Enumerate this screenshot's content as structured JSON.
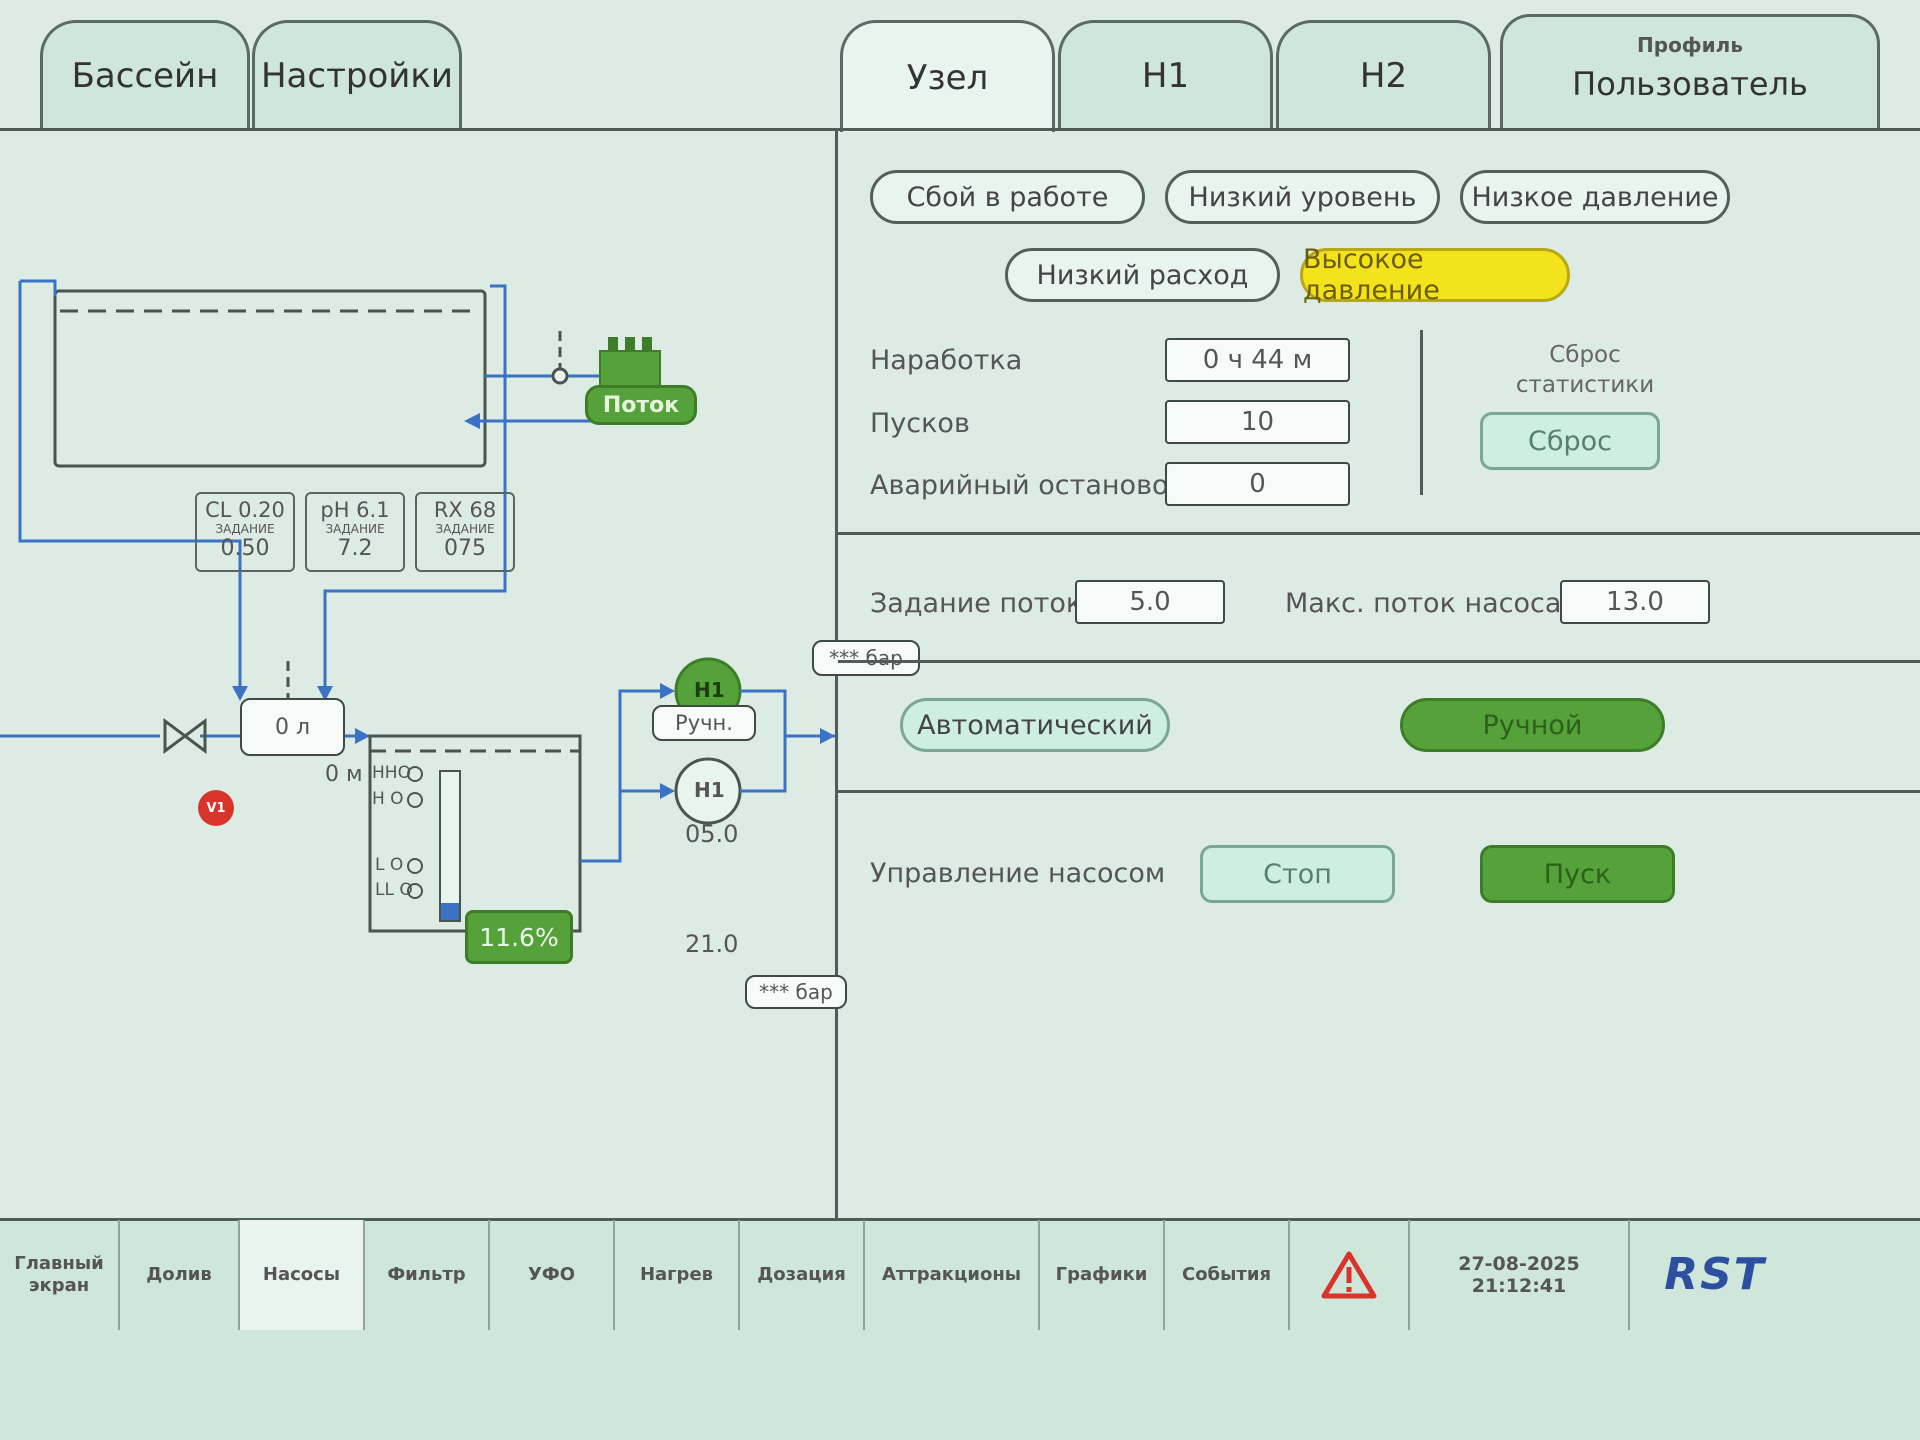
{
  "tabs_left": [
    {
      "label": "Бассейн"
    },
    {
      "label": "Настройки"
    }
  ],
  "tabs_right": [
    {
      "label": "Узел"
    },
    {
      "label": "Н1"
    },
    {
      "label": "Н2"
    }
  ],
  "profile": {
    "title": "Профиль",
    "user": "Пользователь"
  },
  "alarms": {
    "fault": "Сбой в работе",
    "low_level": "Низкий уровень",
    "low_pressure": "Низкое давление",
    "low_flow": "Низкий расход",
    "high_pressure": "Высокое давление"
  },
  "stats": {
    "runtime_label": "Наработка",
    "runtime_value": "0 ч 44 м",
    "starts_label": "Пусков",
    "starts_value": "10",
    "emergency_label": "Аварийный остановов",
    "emergency_value": "0",
    "reset_title": "Сброс\nстатистики",
    "reset_button": "Сброс"
  },
  "flow": {
    "setpoint_label": "Задание потока",
    "setpoint_value": "5.0",
    "max_label": "Макс. поток насоса",
    "max_value": "13.0"
  },
  "mode": {
    "auto": "Автоматический",
    "manual": "Ручной"
  },
  "pump_control": {
    "label": "Управление насосом",
    "stop": "Стоп",
    "start": "Пуск"
  },
  "diagram": {
    "flow_tag": "Поток",
    "sensors": [
      {
        "name": "CL 0.20",
        "sub": "ЗАДАНИЕ",
        "value": "0.50"
      },
      {
        "name": "pH  6.1",
        "sub": "ЗАДАНИЕ",
        "value": "7.2"
      },
      {
        "name": "RX  68",
        "sub": "ЗАДАНИЕ",
        "value": "075"
      }
    ],
    "volume": "0 л",
    "level_m": "0 м",
    "valve_tag": "V1",
    "tank_percent": "11.6%",
    "tank_level_fraction": 0.116,
    "level_labels": [
      "ННО",
      "Н  О",
      "L  О",
      "LL О"
    ],
    "pressure_top": "***  бар",
    "pressure_bottom": "***  бар",
    "manual_tag": "Ручн.",
    "pump1": {
      "label": "Н1",
      "value": "05.0"
    },
    "pump2": {
      "label": "Н1",
      "value": "21.0"
    }
  },
  "nav": [
    "Главный\nэкран",
    "Долив",
    "Насосы",
    "Фильтр",
    "УФО",
    "Нагрев",
    "Дозация",
    "Аттракционы",
    "Графики",
    "События"
  ],
  "datetime": {
    "date": "27-08-2025",
    "time": "21:12:41"
  },
  "logo": "RST",
  "colors": {
    "panel": "#dcece4",
    "pipe": "#3c72c4",
    "green": "#55a23a",
    "yellow": "#f3e21c",
    "red": "#d9342b"
  }
}
